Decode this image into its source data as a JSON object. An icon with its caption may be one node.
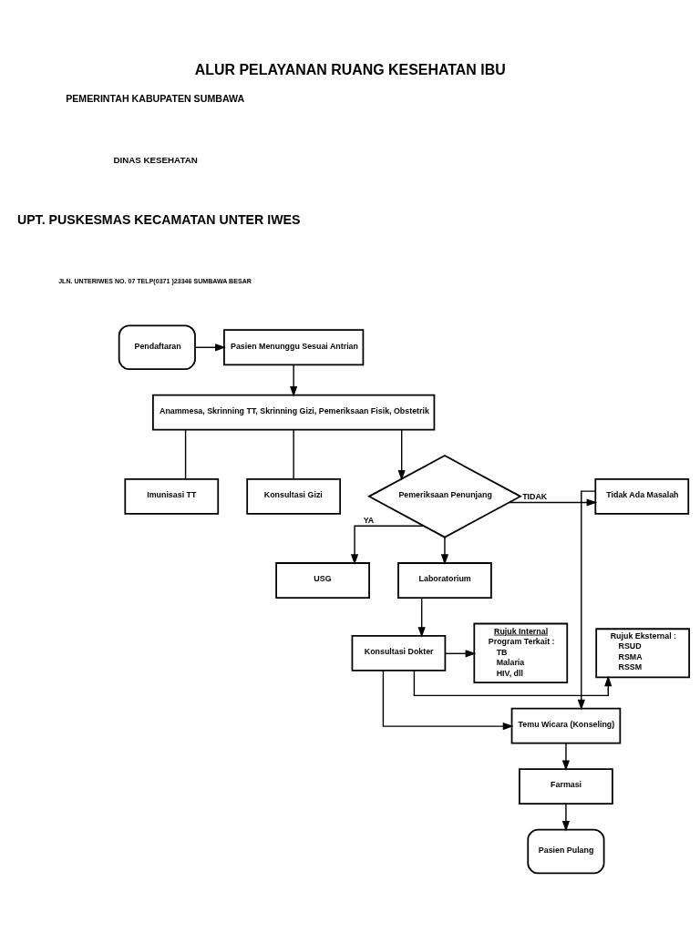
{
  "diagram": {
    "title": "ALUR PELAYANAN RUANG KESEHATAN IBU",
    "nodes": [
      {
        "text": [
          "Pendaftaran"
        ]
      },
      {
        "text": [
          "Pasien Menunggu Sesuai Antrian"
        ]
      },
      {
        "text": [
          "Anammesa, Skrinning TT, Skrinning Gizi, Pemeriksaan Fisik, Obstetrik"
        ]
      },
      {
        "text": [
          "Imunisasi TT"
        ]
      },
      {
        "text": [
          "Konsultasi Gizi"
        ]
      },
      {
        "text": [
          "Pemeriksaan Penunjang"
        ]
      },
      {
        "text": [
          "Tidak Ada Masalah"
        ]
      },
      {
        "text": [
          "USG"
        ]
      },
      {
        "text": [
          "Laboratorium"
        ]
      },
      {
        "text": [
          "Rujuk Eksternal :",
          "RSUD",
          "RSMA",
          "RSSM"
        ]
      },
      {
        "text": [
          "Konsultasi Dokter"
        ]
      },
      {
        "text": [
          "Rujuk Internal",
          "Program Terkait :",
          "TB",
          "Malaria",
          "HIV, dll"
        ]
      },
      {
        "text": [
          "Temu Wicara (Konseling)"
        ]
      },
      {
        "text": [
          "Farmasi"
        ]
      },
      {
        "text": [
          "Pasien Pulang"
        ]
      }
    ],
    "edges": [
      {
        "from": 0,
        "to": 1,
        "arrow": "to"
      },
      {
        "from": 1,
        "to": 2,
        "arrow": "to"
      },
      {
        "from": 2,
        "to": 3,
        "arrow": "none"
      },
      {
        "from": 2,
        "to": 4,
        "arrow": "none"
      },
      {
        "from": 2,
        "to": 5,
        "arrow": "to"
      },
      {
        "from": 5,
        "to": 6,
        "label": "TIDAK",
        "arrow": "to"
      },
      {
        "from": 5,
        "to": 7,
        "label": "YA",
        "arrow": "to"
      },
      {
        "from": 5,
        "to": 8,
        "arrow": "to"
      },
      {
        "from": 8,
        "to": 10,
        "arrow": "to"
      },
      {
        "from": 10,
        "to": 9,
        "arrow": "to"
      },
      {
        "from": 10,
        "to": 11,
        "arrow": "to"
      },
      {
        "from": 10,
        "to": 12,
        "arrow": "to"
      },
      {
        "from": 6,
        "to": 12,
        "arrow": "to"
      },
      {
        "from": 12,
        "to": 13,
        "arrow": "to"
      },
      {
        "from": 13,
        "to": 14,
        "arrow": "to"
      }
    ],
    "labels": [
      "PEMERINTAH KABUPATEN SUMBAWA",
      "DINAS KESEHATAN",
      "UPT. PUSKESMAS KECAMATAN UNTER IWES",
      "JLN. UNTERIWES NO. 07 TELP(0371 )23346 SUMBAWA BESAR"
    ]
  }
}
